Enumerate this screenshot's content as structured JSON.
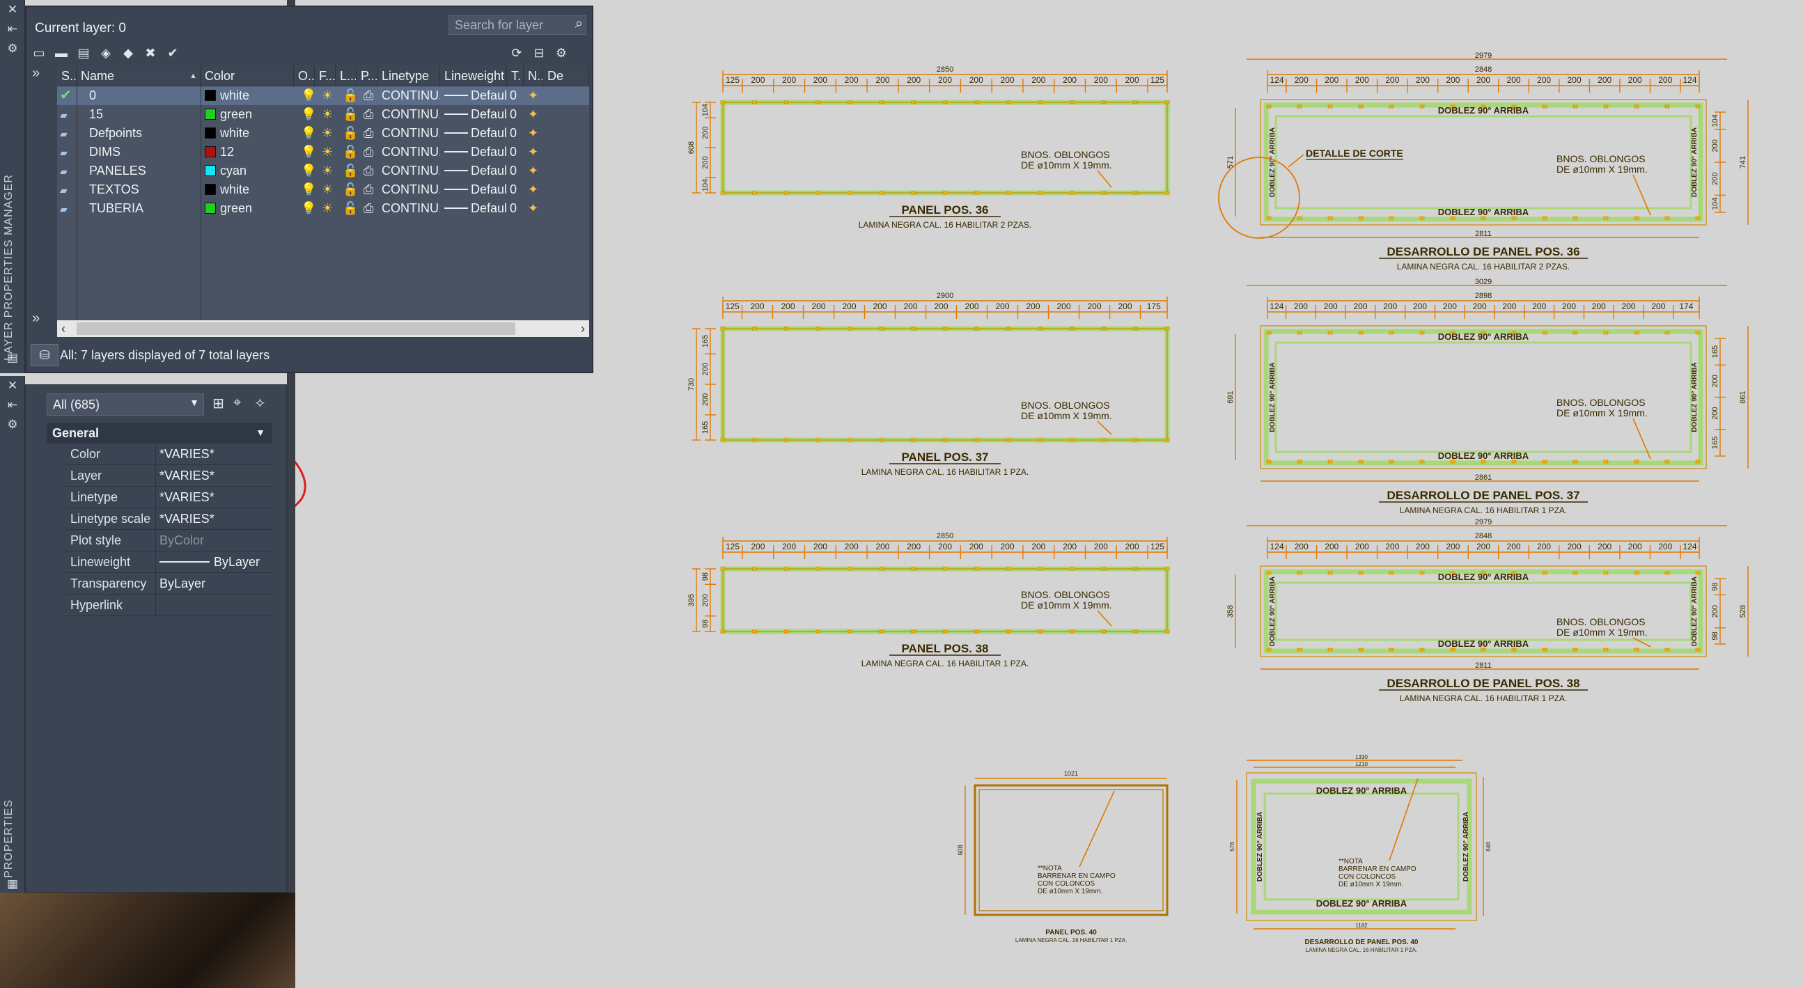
{
  "layer_manager": {
    "current_layer": "Current layer: 0",
    "search_placeholder": "Search for layer",
    "columns": [
      "S...",
      "Name",
      "Color",
      "O...",
      "F...",
      "L...",
      "P...",
      "Linetype",
      "Lineweight",
      "T.",
      "N...",
      "De"
    ],
    "layers": [
      {
        "name": "0",
        "color_name": "white",
        "color_hex": "#000000",
        "linetype": "CONTINU...",
        "lineweight": "Default",
        "transparency": "0",
        "current": true
      },
      {
        "name": "15",
        "color_name": "green",
        "color_hex": "#1fd01f",
        "linetype": "CONTINU...",
        "lineweight": "Default",
        "transparency": "0",
        "current": false
      },
      {
        "name": "Defpoints",
        "color_name": "white",
        "color_hex": "#000000",
        "linetype": "CONTINU...",
        "lineweight": "Default",
        "transparency": "0",
        "current": false
      },
      {
        "name": "DIMS",
        "color_name": "12",
        "color_hex": "#b01010",
        "linetype": "CONTINU...",
        "lineweight": "Default",
        "transparency": "0",
        "current": false
      },
      {
        "name": "PANELES",
        "color_name": "cyan",
        "color_hex": "#12e6f2",
        "linetype": "CONTINU...",
        "lineweight": "Default",
        "transparency": "0",
        "current": false
      },
      {
        "name": "TEXTOS",
        "color_name": "white",
        "color_hex": "#000000",
        "linetype": "CONTINU...",
        "lineweight": "Default",
        "transparency": "0",
        "current": false
      },
      {
        "name": "TUBERIA",
        "color_name": "green",
        "color_hex": "#1fd01f",
        "linetype": "CONTINU...",
        "lineweight": "Default",
        "transparency": "0",
        "current": false
      }
    ],
    "status": "All: 7 layers displayed of 7 total layers",
    "side_title": "LAYER PROPERTIES MANAGER"
  },
  "properties": {
    "selection": "All (685)",
    "category": "General",
    "rows": [
      {
        "key": "Color",
        "value": "*VARIES*"
      },
      {
        "key": "Layer",
        "value": "*VARIES*"
      },
      {
        "key": "Linetype",
        "value": "*VARIES*"
      },
      {
        "key": "Linetype scale",
        "value": "*VARIES*"
      },
      {
        "key": "Plot style",
        "value": "ByColor"
      },
      {
        "key": "Lineweight",
        "value": "ByLayer"
      },
      {
        "key": "Transparency",
        "value": "ByLayer"
      },
      {
        "key": "Hyperlink",
        "value": ""
      }
    ],
    "side_title": "PROPERTIES"
  },
  "drawing": {
    "oblong_note_1": "BNOS. OBLONGOS",
    "oblong_note_2": "DE ø10mm X 19mm.",
    "bend_label": "DOBLEZ 90° ARRIBA",
    "bend_label_v": "DOBLEZ 90° ARRIBA",
    "cut_detail": "DETALLE DE CORTE",
    "panels": [
      {
        "title": "PANEL POS. 36",
        "sub": "LAMINA NEGRA CAL. 16 HABILITAR 2 PZAS.",
        "dev_title": "DESARROLLO DE PANEL POS. 36",
        "dev_sub": "LAMINA NEGRA CAL. 16 HABILITAR 2 PZAS.",
        "total": "2850",
        "dev_total": "2979",
        "dev_inner": "2848",
        "dev_bottom": "2811",
        "height": "608",
        "dev_height": "571",
        "right_h": "741",
        "top_dims": [
          "125",
          "200",
          "200",
          "200",
          "200",
          "200",
          "200",
          "200",
          "200",
          "200",
          "200",
          "200",
          "200",
          "200",
          "125"
        ],
        "dev_dims": [
          "124",
          "200",
          "200",
          "200",
          "200",
          "200",
          "200",
          "200",
          "200",
          "200",
          "200",
          "200",
          "200",
          "200",
          "124"
        ],
        "side_dims": [
          "104",
          "200",
          "200",
          "104"
        ]
      },
      {
        "title": "PANEL POS. 37",
        "sub": "LAMINA NEGRA CAL. 16 HABILITAR 1 PZA.",
        "dev_title": "DESARROLLO DE PANEL POS. 37",
        "dev_sub": "LAMINA NEGRA CAL. 16 HABILITAR 1 PZA.",
        "total": "2900",
        "dev_total": "3029",
        "dev_inner": "2898",
        "dev_bottom": "2861",
        "height": "730",
        "dev_height": "691",
        "right_h": "861",
        "top_dims": [
          "125",
          "200",
          "200",
          "200",
          "200",
          "200",
          "200",
          "200",
          "200",
          "200",
          "200",
          "200",
          "200",
          "200",
          "175"
        ],
        "dev_dims": [
          "124",
          "200",
          "200",
          "200",
          "200",
          "200",
          "200",
          "200",
          "200",
          "200",
          "200",
          "200",
          "200",
          "200",
          "174"
        ],
        "side_dims": [
          "165",
          "200",
          "200",
          "165"
        ]
      },
      {
        "title": "PANEL POS. 38",
        "sub": "LAMINA NEGRA CAL. 16 HABILITAR 1 PZA.",
        "dev_title": "DESARROLLO DE PANEL POS. 38",
        "dev_sub": "LAMINA NEGRA CAL. 16 HABILITAR 1 PZA.",
        "total": "2850",
        "dev_total": "2979",
        "dev_inner": "2848",
        "dev_bottom": "2811",
        "height": "395",
        "dev_height": "358",
        "right_h": "528",
        "top_dims": [
          "125",
          "200",
          "200",
          "200",
          "200",
          "200",
          "200",
          "200",
          "200",
          "200",
          "200",
          "200",
          "200",
          "200",
          "125"
        ],
        "dev_dims": [
          "124",
          "200",
          "200",
          "200",
          "200",
          "200",
          "200",
          "200",
          "200",
          "200",
          "200",
          "200",
          "200",
          "200",
          "124"
        ],
        "side_dims": [
          "98",
          "200",
          "98"
        ]
      }
    ],
    "small_panel": {
      "title": "PANEL POS. 40",
      "sub": "LAMINA NEGRA CAL. 16 HABILITAR 1 PZA.",
      "dev_title": "DESARROLLO DE PANEL POS. 40",
      "dev_sub": "LAMINA NEGRA CAL. 16 HABILITAR 1 PZA.",
      "width": "1021",
      "height": "608",
      "dev_width": "1330",
      "dev_inner": "1210",
      "dev_bottom": "1182",
      "dev_height": "578",
      "dev_right": "648",
      "note": [
        "**NOTA",
        "BARRENAR EN CAMPO",
        "CON COLONCOS",
        "DE ø10mm X 19mm."
      ]
    }
  },
  "colors": {
    "panel_bg": "#3b4453",
    "grid_bg": "#4a5363",
    "selection": "#5b6d88",
    "canvas_bg": "#d4d4d4",
    "dim_orange": "#e07800",
    "text_dark": "#3a2a00",
    "panel_green": "#a8d878",
    "annot_red": "#e21a1a"
  }
}
